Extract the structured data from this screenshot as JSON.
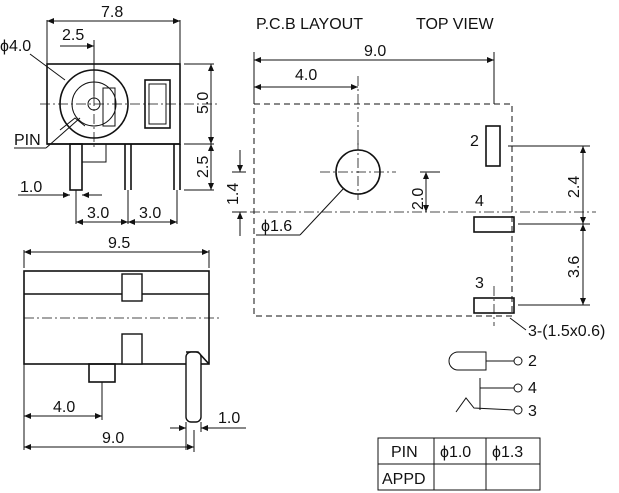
{
  "header": {
    "pcb_layout": "P.C.B LAYOUT",
    "top_view": "TOP VIEW"
  },
  "front_view": {
    "overall_width": "7.8",
    "hole_dia": "ϕ4.0",
    "hole_offset": "2.5",
    "pin_label": "PIN",
    "height": "5.0",
    "pin_length": "2.5",
    "pin_width": "1.0",
    "pin_spacing_1": "3.0",
    "pin_spacing_2": "3.0"
  },
  "side_view": {
    "top_width": "9.5",
    "pin_offset": "4.0",
    "bottom_width": "9.0",
    "pin_thickness": "1.0"
  },
  "pcb_layout": {
    "width": "9.0",
    "hole_offset": "4.0",
    "hole_dia": "ϕ1.6",
    "left_offset": "1.4",
    "hole_to_pin4": "2.0",
    "pin2_to_pin4": "2.4",
    "pin4_to_pin3": "3.6",
    "slot_note": "3-(1.5x0.6)",
    "pin2": "2",
    "pin3": "3",
    "pin4": "4"
  },
  "schematic": {
    "pin2": "2",
    "pin3": "3",
    "pin4": "4"
  },
  "table": {
    "headers": [
      "PIN",
      "ϕ1.0",
      "ϕ1.3"
    ],
    "row_label": "APPD"
  }
}
